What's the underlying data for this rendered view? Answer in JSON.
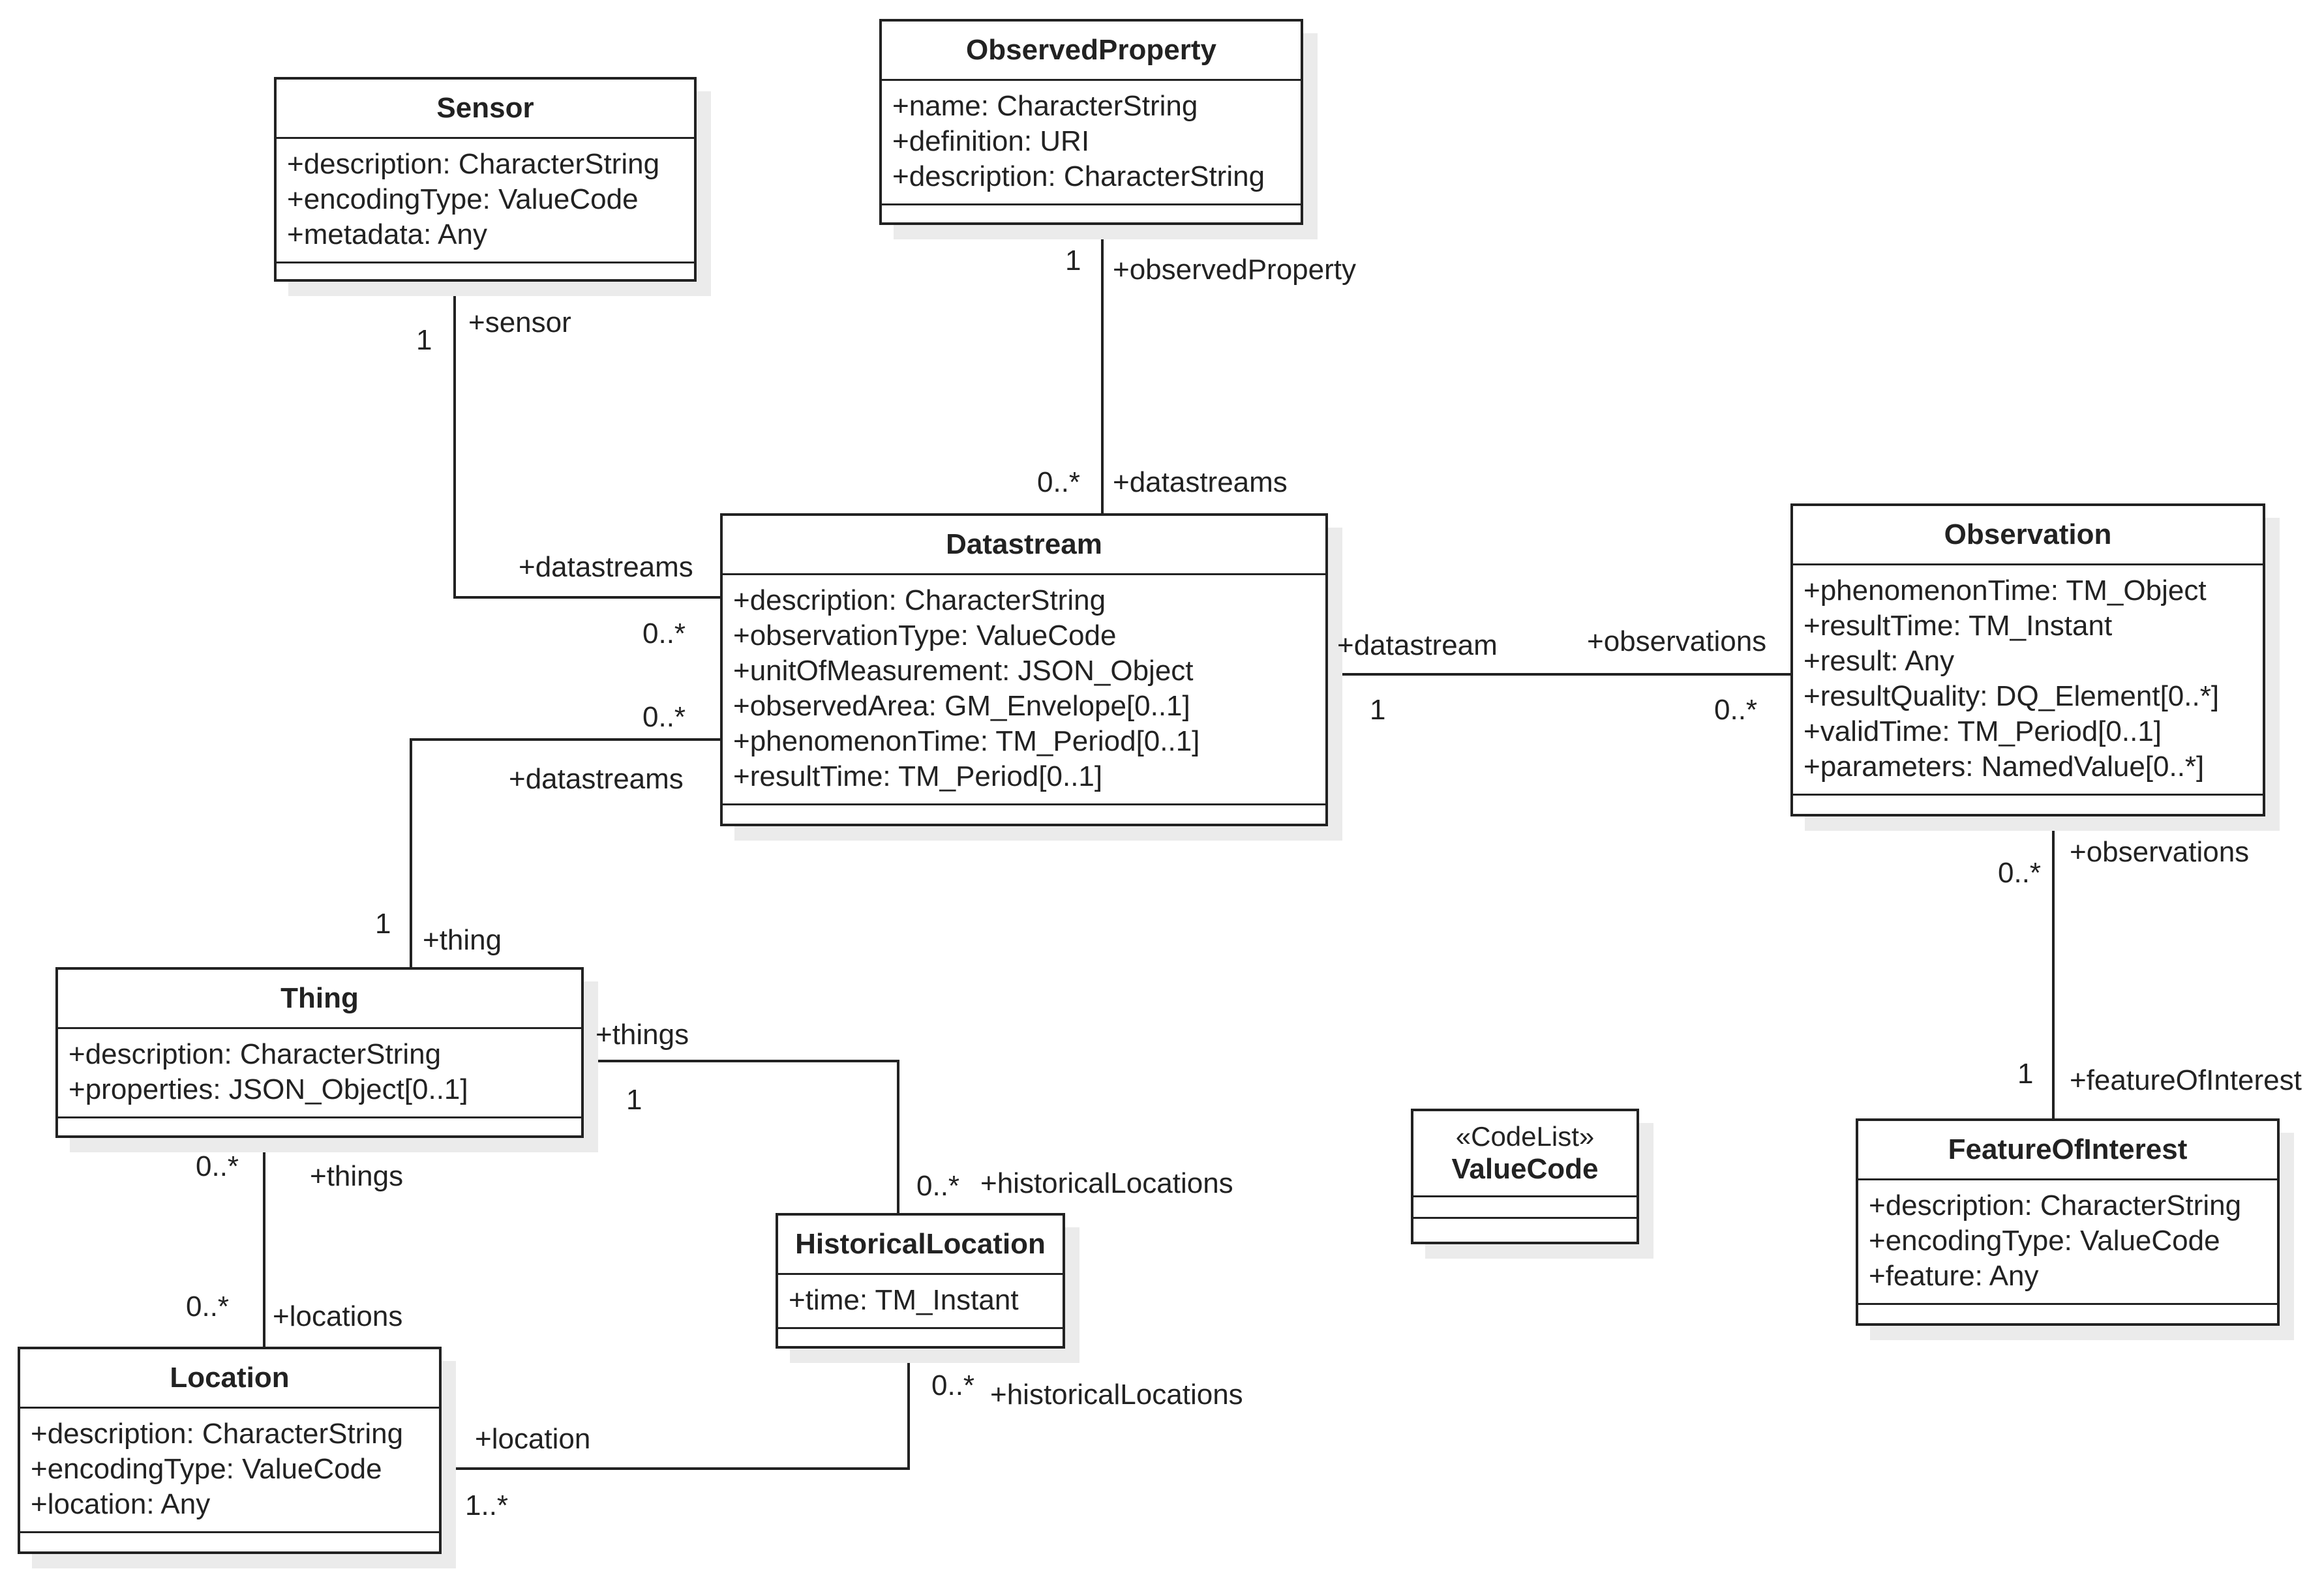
{
  "classes": {
    "sensor": {
      "name": "Sensor",
      "attributes": [
        "+description: CharacterString",
        "+encodingType: ValueCode",
        "+metadata: Any"
      ]
    },
    "observed_property": {
      "name": "ObservedProperty",
      "attributes": [
        "+name: CharacterString",
        "+definition: URI",
        "+description: CharacterString"
      ]
    },
    "datastream": {
      "name": "Datastream",
      "attributes": [
        "+description: CharacterString",
        "+observationType: ValueCode",
        "+unitOfMeasurement: JSON_Object",
        "+observedArea: GM_Envelope[0..1]",
        "+phenomenonTime: TM_Period[0..1]",
        "+resultTime: TM_Period[0..1]"
      ]
    },
    "observation": {
      "name": "Observation",
      "attributes": [
        "+phenomenonTime: TM_Object",
        "+resultTime: TM_Instant",
        "+result: Any",
        "+resultQuality: DQ_Element[0..*]",
        "+validTime: TM_Period[0..1]",
        "+parameters: NamedValue[0..*]"
      ]
    },
    "thing": {
      "name": "Thing",
      "attributes": [
        "+description: CharacterString",
        "+properties: JSON_Object[0..1]"
      ]
    },
    "location": {
      "name": "Location",
      "attributes": [
        "+description: CharacterString",
        "+encodingType: ValueCode",
        "+location: Any"
      ]
    },
    "historical_location": {
      "name": "HistoricalLocation",
      "attributes": [
        "+time: TM_Instant"
      ]
    },
    "feature_of_interest": {
      "name": "FeatureOfInterest",
      "attributes": [
        "+description: CharacterString",
        "+encodingType: ValueCode",
        "+feature: Any"
      ]
    },
    "value_code": {
      "stereotype": "«CodeList»",
      "name": "ValueCode"
    }
  },
  "associations": {
    "sensor_datastream": {
      "sensor_role": "+sensor",
      "sensor_mult": "1",
      "datastream_role": "+datastreams",
      "datastream_mult": "0..*"
    },
    "observedproperty_datastream": {
      "property_role": "+observedProperty",
      "property_mult": "1",
      "datastream_role": "+datastreams",
      "datastream_mult": "0..*"
    },
    "datastream_observation": {
      "datastream_role": "+datastream",
      "datastream_mult": "1",
      "observation_role": "+observations",
      "observation_mult": "0..*"
    },
    "thing_datastream": {
      "datastream_role": "+datastreams",
      "datastream_mult": "0..*",
      "thing_role": "+thing",
      "thing_mult": "1"
    },
    "observation_feature": {
      "observation_role": "+observations",
      "observation_mult": "0..*",
      "feature_role": "+featureOfInterest",
      "feature_mult": "1"
    },
    "thing_historical": {
      "thing_role": "+things",
      "thing_mult": "1",
      "historical_role": "+historicalLocations",
      "historical_mult": "0..*"
    },
    "thing_location": {
      "thing_role": "+things",
      "thing_mult": "0..*",
      "location_role": "+locations",
      "location_mult": "0..*"
    },
    "location_historical": {
      "location_role": "+location",
      "location_mult": "1..*",
      "historical_role": "+historicalLocations",
      "historical_mult": "0..*"
    }
  }
}
